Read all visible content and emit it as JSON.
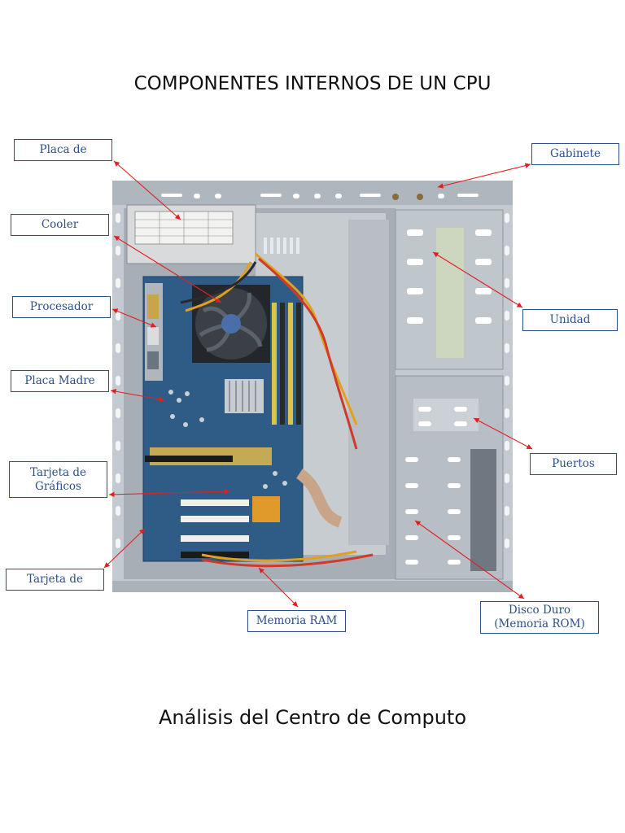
{
  "title": "COMPONENTES INTERNOS DE UN CPU",
  "footer": "Análisis del Centro de Computo",
  "colors": {
    "label_border": "#2b4f8a",
    "label_text": "#2b4f8a",
    "arrow": "#e02020",
    "case_metal": "#b9c1c8",
    "motherboard": "#2f5c86"
  },
  "labels": {
    "placa_de": "Placa de",
    "cooler": "Cooler",
    "procesador": "Procesador",
    "placa_madre": "Placa Madre",
    "tarjeta_graficos": "Tarjeta de\nGráficos",
    "tarjeta_de": "Tarjeta de",
    "memoria_ram": "Memoria RAM",
    "gabinete": "Gabinete",
    "unidad": "Unidad",
    "puertos": "Puertos",
    "disco_duro": "Disco Duro\n(Memoria ROM)"
  }
}
